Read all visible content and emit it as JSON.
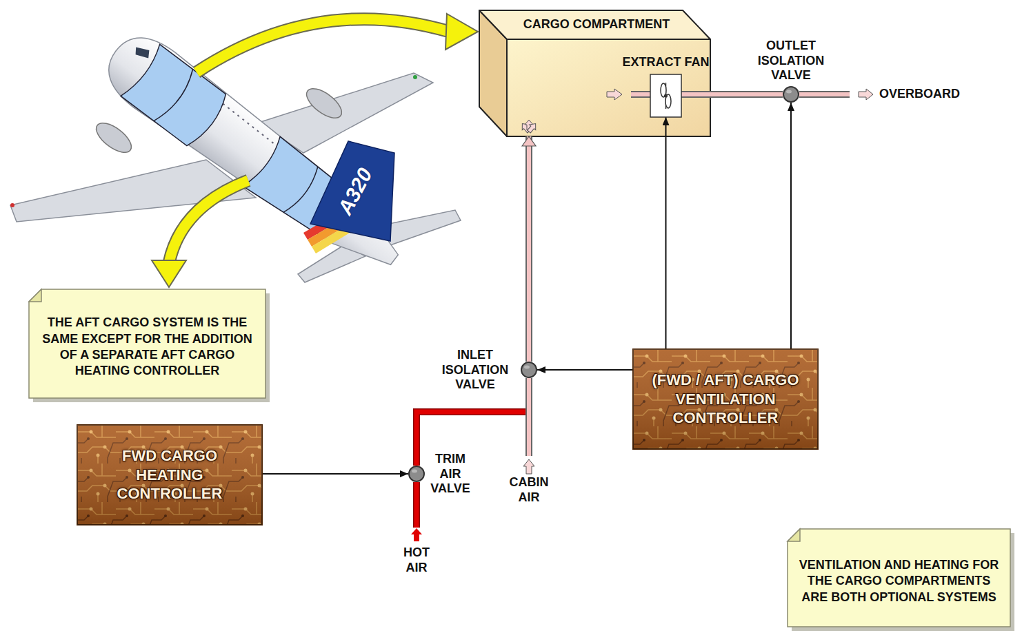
{
  "diagram": {
    "nodes": [
      {
        "text": [
          "CARGO COMPARTMENT"
        ]
      },
      {
        "text": [
          "EXTRACT FAN"
        ],
        "in": 0
      },
      {
        "text": [
          "OUTLET ISOLATION VALVE"
        ]
      },
      {
        "text": [
          "THE AFT CARGO SYSTEM IS THE SAME EXCEPT FOR THE ADDITION OF A SEPARATE AFT CARGO HEATING CONTROLLER"
        ]
      },
      {
        "text": [
          "INLET ISOLATION VALVE"
        ]
      },
      {
        "text": [
          "(FWD / AFT) CARGO VENTILATION CONTROLLER"
        ]
      },
      {
        "text": [
          "FWD CARGO HEATING CONTROLLER"
        ]
      },
      {
        "text": [
          "TRIM AIR VALVE"
        ]
      },
      {
        "text": [
          "VENTILATION AND HEATING FOR THE CARGO COMPARTMENTS ARE BOTH OPTIONAL SYSTEMS"
        ]
      }
    ],
    "edges": [
      {
        "from": 1,
        "to": 2,
        "arrow": "none"
      },
      {
        "from": 4,
        "to": 0,
        "arrow": "to"
      },
      {
        "from": 7,
        "to": 4,
        "arrow": "none"
      },
      {
        "from": 5,
        "to": 1,
        "arrow": "to"
      },
      {
        "from": 5,
        "to": 2,
        "arrow": "to"
      },
      {
        "from": 5,
        "to": 4,
        "arrow": "to"
      },
      {
        "from": 6,
        "to": 7,
        "arrow": "to"
      }
    ],
    "labels": [
      "A320",
      "OVERBOARD",
      "CABIN AIR",
      "HOT AIR"
    ]
  }
}
